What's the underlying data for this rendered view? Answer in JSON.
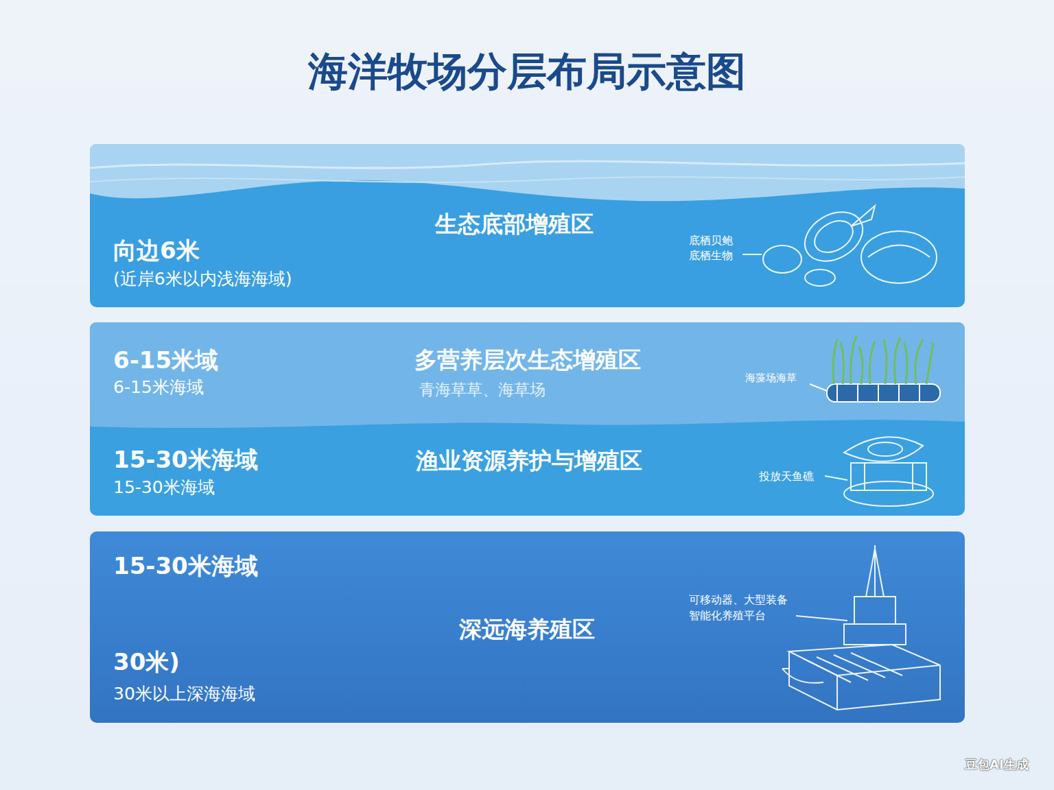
{
  "diagram": {
    "title": "海洋牧场分层布局示意图",
    "nodes": [
      {
        "text": [
          "向边6米",
          "(近岸6米以内浅海海域)",
          "生态底部增殖区"
        ]
      },
      {
        "text": [
          "6-15米域",
          "6-15米海域",
          "多营养层次生态增殖区",
          "青海草草、海草场"
        ]
      },
      {
        "text": [
          "15-30米海域",
          "15-30米海域",
          "渔业资源养护与增殖区"
        ]
      },
      {
        "text": [
          "15-30米海域",
          "深远海养殖区",
          "30米)",
          "30米以上深海海域"
        ]
      }
    ],
    "labels": [
      "底栖贝鲍",
      "底栖生物",
      "海藻场海草",
      "投放天鱼礁",
      "可移动器、大型装备",
      "智能化养殖平台",
      "豆包AI生成"
    ]
  }
}
